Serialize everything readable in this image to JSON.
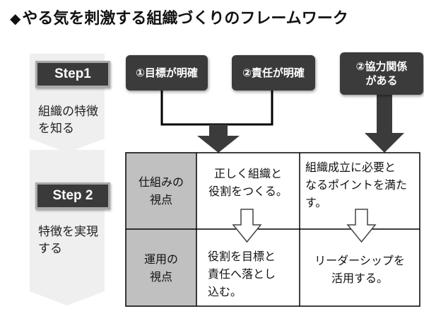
{
  "title": {
    "marker": "◆",
    "text": "やる気を刺激する組織づくりのフレームワーク"
  },
  "steps": [
    {
      "label": "Step1",
      "description": [
        "組織の特徴",
        "を知る"
      ]
    },
    {
      "label": "Step 2",
      "description": [
        "特徴を実現",
        "する"
      ]
    }
  ],
  "features": [
    {
      "label": [
        "①目標が明確"
      ]
    },
    {
      "label": [
        "②責任が明確"
      ]
    },
    {
      "label": [
        "②協力関係",
        "がある"
      ]
    }
  ],
  "grid": {
    "rows": [
      {
        "header": [
          "仕組みの",
          "視点"
        ],
        "cells": [
          [
            "正しく組織と",
            "役割をつくる。"
          ],
          [
            "組織成立に必要と",
            "なるポイントを満た",
            "す。"
          ]
        ]
      },
      {
        "header": [
          "運用の",
          "視点"
        ],
        "cells": [
          [
            "役割を目標と",
            "責任へ落とし",
            "込む。"
          ],
          [
            "リーダーシップを",
            "活用する。"
          ]
        ]
      }
    ]
  },
  "colors": {
    "dark": "#3b3b3b",
    "header_fill": "#c0c0c0",
    "chevron": "#efefef",
    "line": "#000000"
  }
}
